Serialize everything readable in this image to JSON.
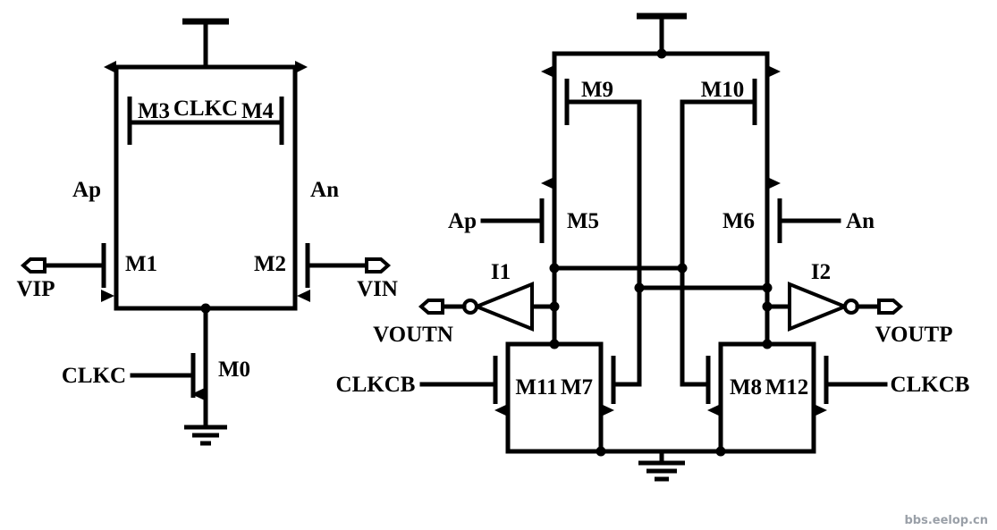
{
  "colors": {
    "ink": "#000000",
    "background": "#ffffff",
    "watermark": "#9aa0a8"
  },
  "left_circuit": {
    "labels": {
      "clkc_top": "CLKC",
      "m3": "M3",
      "m4": "M4",
      "ap": "Ap",
      "an": "An",
      "m1": "M1",
      "m2": "M2",
      "vip": "VIP",
      "vin": "VIN",
      "clkc_tail": "CLKC",
      "m0": "M0"
    }
  },
  "right_circuit": {
    "labels": {
      "m9": "M9",
      "m10": "M10",
      "m5": "M5",
      "m6": "M6",
      "ap": "Ap",
      "an": "An",
      "i1": "I1",
      "i2": "I2",
      "voutn": "VOUTN",
      "voutp": "VOUTP",
      "clkcb_left": "CLKCB",
      "m11": "M11",
      "m7": "M7",
      "m8": "M8",
      "m12": "M12",
      "clkcb_right": "CLKCB"
    }
  },
  "watermark": {
    "text": "bbs.eelop.cn"
  }
}
